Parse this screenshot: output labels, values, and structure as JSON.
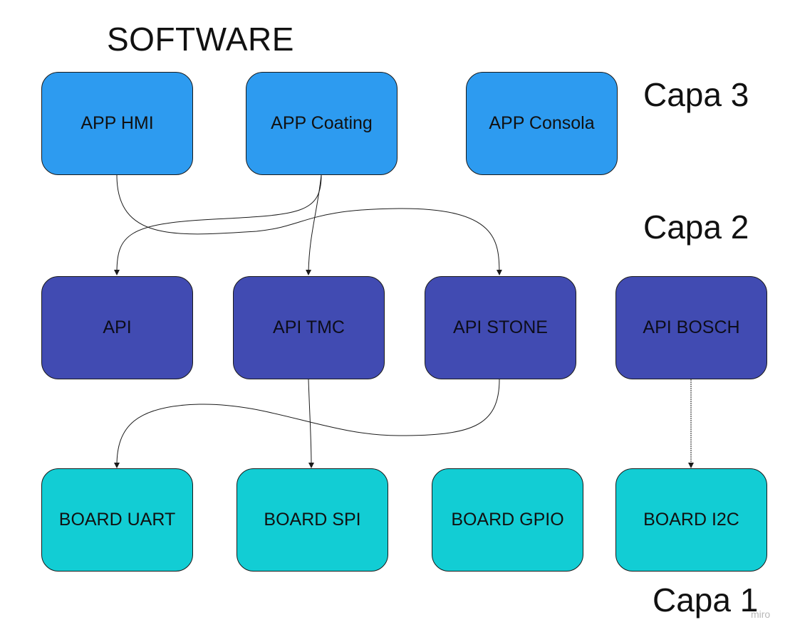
{
  "title": "SOFTWARE",
  "layers": {
    "capa3": "Capa 3",
    "capa2": "Capa 2",
    "capa1": "Capa 1"
  },
  "nodes": {
    "app_hmi": "APP HMI",
    "app_coating": "APP Coating",
    "app_consola": "APP Consola",
    "api": "API",
    "api_tmc": "API TMC",
    "api_stone": "API STONE",
    "api_bosch": "API BOSCH",
    "board_uart": "BOARD UART",
    "board_spi": "BOARD SPI",
    "board_gpio": "BOARD GPIO",
    "board_i2c": "BOARD I2C"
  },
  "edges": [
    {
      "from": "APP HMI",
      "to": "API STONE"
    },
    {
      "from": "APP Coating",
      "to": "API"
    },
    {
      "from": "APP Coating",
      "to": "API TMC"
    },
    {
      "from": "API TMC",
      "to": "BOARD SPI"
    },
    {
      "from": "API STONE",
      "to": "BOARD UART"
    },
    {
      "from": "API BOSCH",
      "to": "BOARD I2C"
    }
  ],
  "colors": {
    "layer3": "#2d9bf0",
    "layer2": "#414bb2",
    "layer1": "#12cdd4"
  },
  "watermark": "miro"
}
